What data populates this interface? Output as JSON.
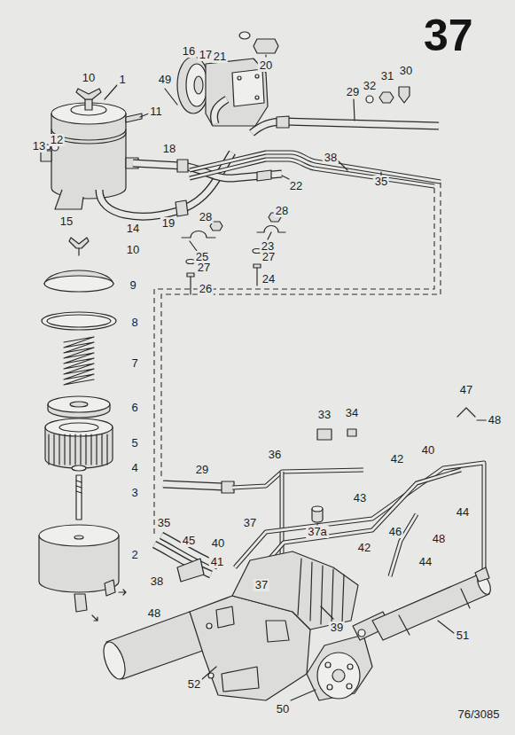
{
  "diagram": {
    "title": "37",
    "labels": [
      "10",
      "1",
      "16",
      "17",
      "21",
      "20",
      "49",
      "11",
      "29",
      "32",
      "31",
      "30",
      "13",
      "12",
      "18",
      "38",
      "35",
      "22",
      "15",
      "14",
      "19",
      "28",
      "23",
      "28",
      "25",
      "27",
      "27",
      "26",
      "24",
      "10",
      "9",
      "8",
      "7",
      "6",
      "5",
      "4",
      "3",
      "2",
      "47",
      "48",
      "33",
      "34",
      "29",
      "36",
      "42",
      "40",
      "43",
      "37a",
      "37",
      "44",
      "35",
      "45",
      "40",
      "42",
      "46",
      "48",
      "41",
      "37",
      "44",
      "38",
      "48",
      "39",
      "51",
      "52",
      "50",
      "76/3085"
    ]
  }
}
